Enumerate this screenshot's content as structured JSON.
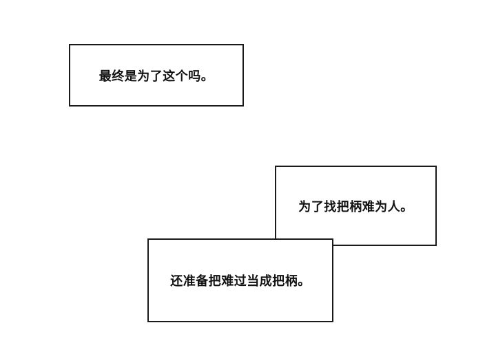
{
  "captions": [
    {
      "text": "最终是为了这个吗。"
    },
    {
      "text": "为了找把柄难为人。"
    },
    {
      "text": "还准备把难过当成把柄。"
    }
  ]
}
